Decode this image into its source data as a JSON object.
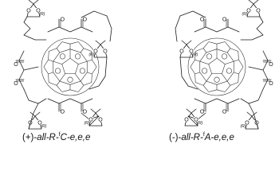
{
  "compounds": [
    {
      "prefix": "(+)-",
      "stereo_prefix": "all-R-",
      "superscript": "f",
      "suffix": "C-e,e,e",
      "stereo_label": "(R)",
      "ester_oxygen": "O"
    },
    {
      "prefix": "(-)-",
      "stereo_prefix": "all-R-",
      "superscript": "f",
      "suffix": "A-e,e,e",
      "stereo_label": "(R)",
      "ester_oxygen": "O"
    }
  ]
}
